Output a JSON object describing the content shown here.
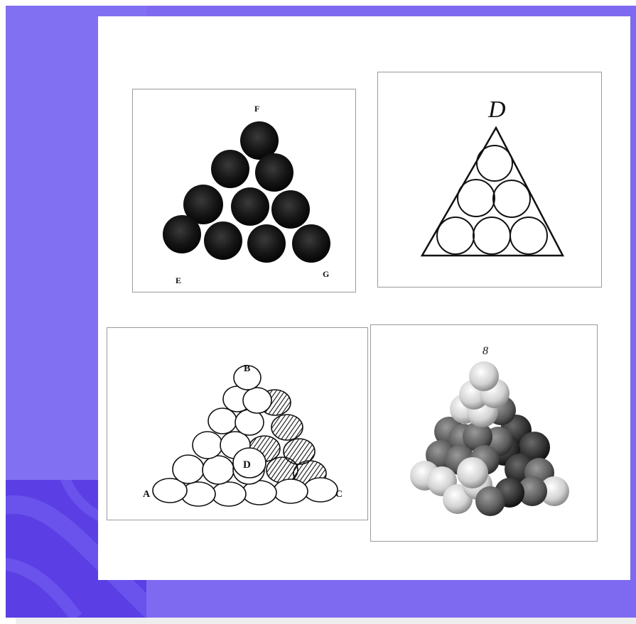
{
  "colors": {
    "background": "#7d6af0",
    "accent_dark": "#5b3fe4",
    "card": "#ffffff"
  },
  "figures": [
    {
      "id": "triangle-of-dark-balls",
      "labels": {
        "top": "F",
        "left": "E",
        "right": "G"
      }
    },
    {
      "id": "circles-in-triangle",
      "labels": {
        "top": "D"
      }
    },
    {
      "id": "ball-pyramid-sketch",
      "labels": {
        "top": "B",
        "center": "D",
        "left": "A",
        "right": "C"
      }
    },
    {
      "id": "ball-pyramid-photo",
      "labels": {
        "top": "8"
      }
    }
  ]
}
